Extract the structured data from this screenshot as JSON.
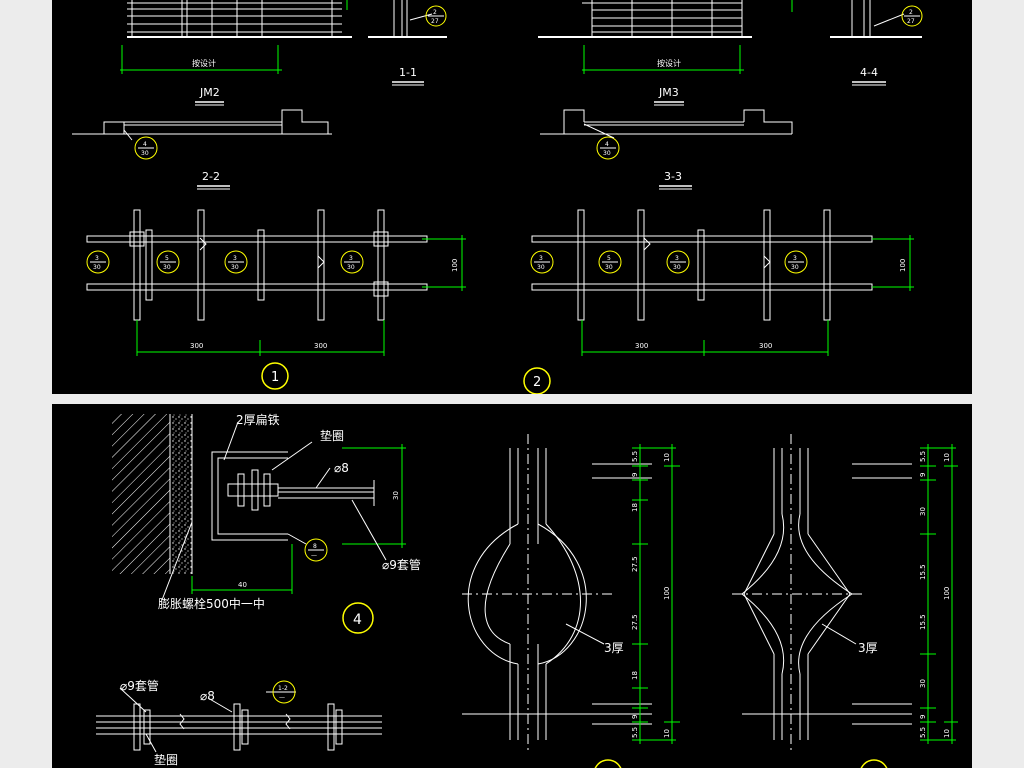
{
  "top_sheet": {
    "elevation_dim_left": "按设计",
    "elevation_dim_right": "按设计",
    "section_11": "1-1",
    "section_44": "4-4",
    "callout_top_left": {
      "num": "2",
      "den": "27"
    },
    "callout_top_right": {
      "num": "2",
      "den": "27"
    },
    "jm2": "JM2",
    "jm3": "JM3",
    "section_22": "2-2",
    "section_33": "3-3",
    "callout_22": {
      "num": "4",
      "den": "30"
    },
    "callout_33": {
      "num": "4",
      "den": "30"
    },
    "detail1": {
      "callouts": [
        {
          "num": "3",
          "den": "30"
        },
        {
          "num": "5",
          "den": "30"
        },
        {
          "num": "3",
          "den": "30"
        },
        {
          "num": "3",
          "den": "30"
        }
      ],
      "dim_a": "300",
      "dim_b": "300",
      "dim_v": "100",
      "marker": "1"
    },
    "detail2": {
      "callouts": [
        {
          "num": "3",
          "den": "30"
        },
        {
          "num": "5",
          "den": "30"
        },
        {
          "num": "3",
          "den": "30"
        },
        {
          "num": "3",
          "den": "30"
        }
      ],
      "dim_a": "300",
      "dim_b": "300",
      "dim_v": "100",
      "marker": "2"
    }
  },
  "bottom_sheet": {
    "flat_iron": "2厚扁铁",
    "washer": "垫圈",
    "rod": "⌀8",
    "dim_30": "30",
    "callout": {
      "num": "8",
      "den": "—"
    },
    "dim_40": "40",
    "sleeve": "⌀9套管",
    "bolt": "膨胀螺栓500中一中",
    "marker4": "4",
    "sleeve2": "⌀9套管",
    "rod2": "⌀8",
    "callout2": {
      "num": "1-2",
      "den": "—"
    },
    "washer2": "垫圈",
    "ornament1": {
      "label": "3厚",
      "dims": [
        "5.5",
        "9",
        "18",
        "27.5",
        "27.5",
        "18",
        "9",
        "5.5"
      ],
      "outer_top": "10",
      "outer_bottom": "10",
      "total": "100"
    },
    "ornament2": {
      "label": "3厚",
      "dims": [
        "5.5",
        "9",
        "30",
        "15.5",
        "15.5",
        "30",
        "9",
        "5.5"
      ],
      "outer_top": "10",
      "outer_bottom": "10",
      "total": "100"
    }
  },
  "colors": {
    "background": "#000000",
    "line": "#ffffff",
    "dimension": "#00ff00",
    "callout": "#ffff00",
    "page": "#ececec"
  }
}
